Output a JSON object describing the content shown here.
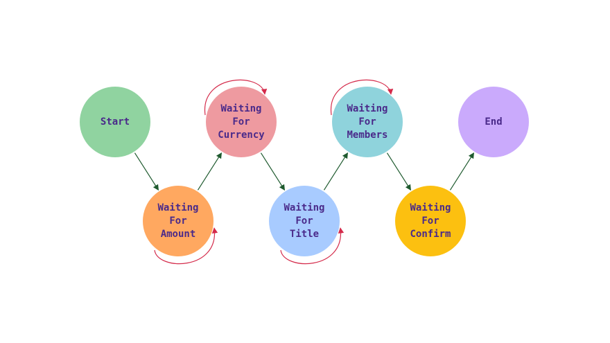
{
  "diagram": {
    "label_color": "#4a2a8a",
    "transition_color": "#1e5a2e",
    "self_loop_color": "#d42a4a",
    "states": [
      {
        "id": "start",
        "lines": [
          "Start"
        ],
        "fill": "#90d3a0"
      },
      {
        "id": "amount",
        "lines": [
          "Waiting",
          "For",
          "Amount"
        ],
        "fill": "#ffa860"
      },
      {
        "id": "currency",
        "lines": [
          "Waiting",
          "For",
          "Currency"
        ],
        "fill": "#ee9aa0"
      },
      {
        "id": "title",
        "lines": [
          "Waiting",
          "For",
          "Title"
        ],
        "fill": "#a8cbff"
      },
      {
        "id": "members",
        "lines": [
          "Waiting",
          "For",
          "Members"
        ],
        "fill": "#8fd3dc"
      },
      {
        "id": "confirm",
        "lines": [
          "Waiting",
          "For",
          "Confirm"
        ],
        "fill": "#fcc010"
      },
      {
        "id": "end",
        "lines": [
          "End"
        ],
        "fill": "#caaafc"
      }
    ],
    "transitions": [
      {
        "from": "start",
        "to": "amount"
      },
      {
        "from": "amount",
        "to": "currency"
      },
      {
        "from": "currency",
        "to": "title"
      },
      {
        "from": "title",
        "to": "members"
      },
      {
        "from": "members",
        "to": "confirm"
      },
      {
        "from": "confirm",
        "to": "end"
      }
    ],
    "self_loops": [
      "amount",
      "currency",
      "title",
      "members"
    ]
  }
}
